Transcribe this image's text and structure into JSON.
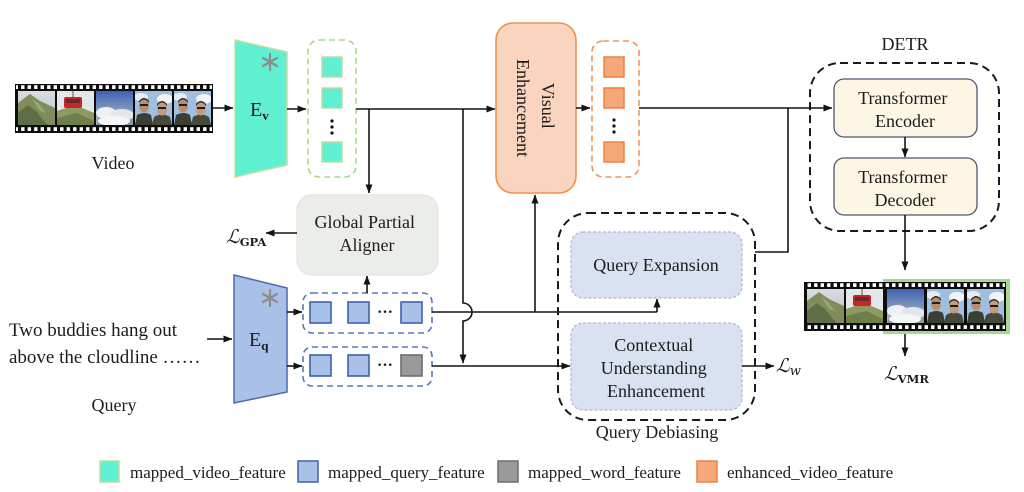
{
  "video": {
    "label": "Video"
  },
  "encoders": {
    "video": {
      "symbol": "E",
      "subscript": "v"
    },
    "query": {
      "symbol": "E",
      "subscript": "q"
    }
  },
  "query": {
    "text_lines": [
      "Two buddies hang out",
      "above the cloudline ……"
    ],
    "label": "Query",
    "ellipsis": "···"
  },
  "modules": {
    "global_partial_aligner": {
      "lines": [
        "Global Partial",
        "Aligner"
      ]
    },
    "visual_enhancement": {
      "lines": [
        "Visual",
        "Enhancement"
      ]
    },
    "query_debiasing": {
      "label": "Query Debiasing",
      "query_expansion": "Query Expansion",
      "contextual_understanding": [
        "Contextual",
        "Understanding",
        "Enhancement"
      ]
    },
    "detr": {
      "label": "DETR",
      "encoder": [
        "Transformer",
        "Encoder"
      ],
      "decoder": [
        "Transformer",
        "Decoder"
      ]
    }
  },
  "losses": {
    "gpa": {
      "symbol": "ℒ",
      "subscript": "GPA"
    },
    "w": {
      "symbol": "ℒ",
      "subscript": "w"
    },
    "vmr": {
      "symbol": "ℒ",
      "subscript": "VMR"
    }
  },
  "legend": [
    {
      "label": "mapped_video_feature",
      "color": "#5ff0d2",
      "border": "#c2dca0"
    },
    {
      "label": "mapped_query_feature",
      "color": "#a9c0e8",
      "border": "#3d64a8"
    },
    {
      "label": "mapped_word_feature",
      "color": "#9a9a9a",
      "border": "#6e6e6e"
    },
    {
      "label": "enhanced_video_feature",
      "color": "#f5a878",
      "border": "#f08040"
    }
  ],
  "colors": {
    "video_encoder": "#5ff0d2",
    "query_encoder": "#a9c0e8",
    "visual_enhancement": "#f9d5bf",
    "global_partial_aligner": "#ebede8",
    "query_debiasing_modules": "#dae2f2",
    "detr_modules": "#fdf6e4",
    "retrieved_moment_highlight": "#a3d98e"
  }
}
